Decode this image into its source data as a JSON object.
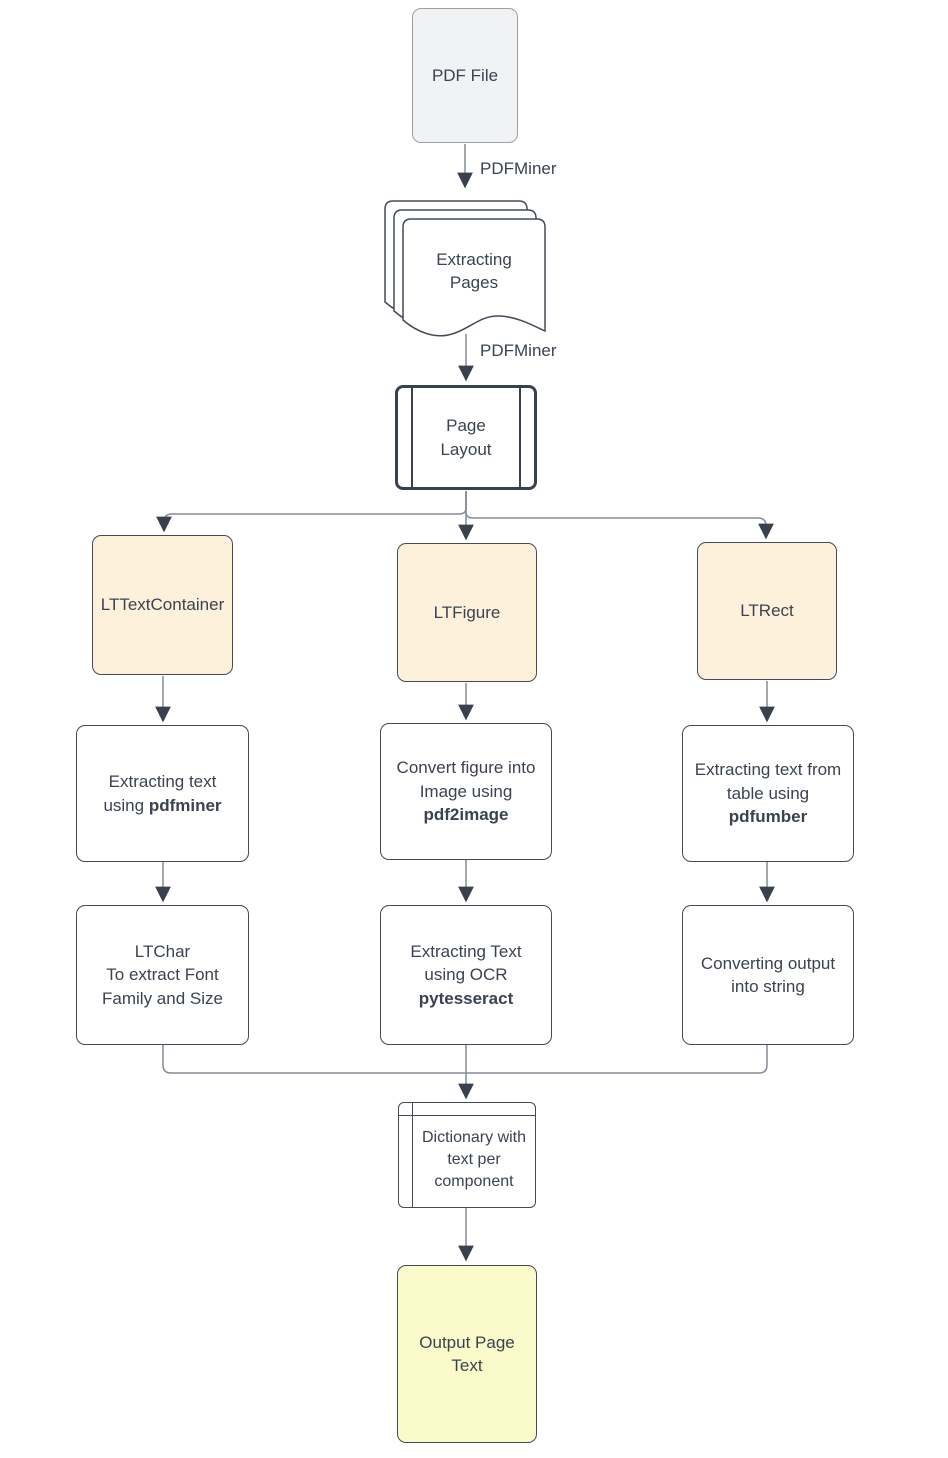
{
  "flowchart": {
    "nodes": {
      "pdf_file": {
        "label": "PDF File"
      },
      "extracting_pages": {
        "label": "Extracting Pages"
      },
      "page_layout": {
        "label": "Page Layout"
      },
      "lttextcontainer": {
        "label": "LTTextContainer"
      },
      "ltfigure": {
        "label": "LTFigure"
      },
      "ltrect": {
        "label": "LTRect"
      },
      "extract_text": {
        "text": "Extracting text using ",
        "bold": "pdfminer"
      },
      "convert_figure": {
        "text": "Convert figure into Image using ",
        "bold": "pdf2image"
      },
      "extract_table": {
        "text": "Extracting text from table using ",
        "bold": "pdfumber"
      },
      "ltchar": {
        "line1": "LTChar",
        "line2": "To extract Font Family and Size"
      },
      "ocr": {
        "text": "Extracting Text using OCR ",
        "bold": "pytesseract"
      },
      "convert_output": {
        "text": "Converting output into string"
      },
      "dictionary": {
        "label": "Dictionary with text per component"
      },
      "output_page_text": {
        "label": "Output Page Text"
      }
    },
    "edges": [
      {
        "from": "pdf_file",
        "to": "extracting_pages",
        "label": "PDFMiner"
      },
      {
        "from": "extracting_pages",
        "to": "page_layout",
        "label": "PDFMiner"
      },
      {
        "from": "page_layout",
        "to": "lttextcontainer",
        "label": ""
      },
      {
        "from": "page_layout",
        "to": "ltfigure",
        "label": ""
      },
      {
        "from": "page_layout",
        "to": "ltrect",
        "label": ""
      },
      {
        "from": "lttextcontainer",
        "to": "extract_text",
        "label": ""
      },
      {
        "from": "ltfigure",
        "to": "convert_figure",
        "label": ""
      },
      {
        "from": "ltrect",
        "to": "extract_table",
        "label": ""
      },
      {
        "from": "extract_text",
        "to": "ltchar",
        "label": ""
      },
      {
        "from": "convert_figure",
        "to": "ocr",
        "label": ""
      },
      {
        "from": "extract_table",
        "to": "convert_output",
        "label": ""
      },
      {
        "from": "ltchar",
        "to": "dictionary",
        "label": ""
      },
      {
        "from": "ocr",
        "to": "dictionary",
        "label": ""
      },
      {
        "from": "convert_output",
        "to": "dictionary",
        "label": ""
      },
      {
        "from": "dictionary",
        "to": "output_page_text",
        "label": ""
      }
    ]
  },
  "colors": {
    "node_peach": "#FDF1DC",
    "node_yellow": "#FBFACB",
    "node_gray": "#F1F2F4",
    "node_white": "#FFFFFF",
    "border_dark": "#434B58",
    "connector_gray": "#858C96",
    "arrowhead": "#39414E",
    "text": "#3A4350"
  }
}
